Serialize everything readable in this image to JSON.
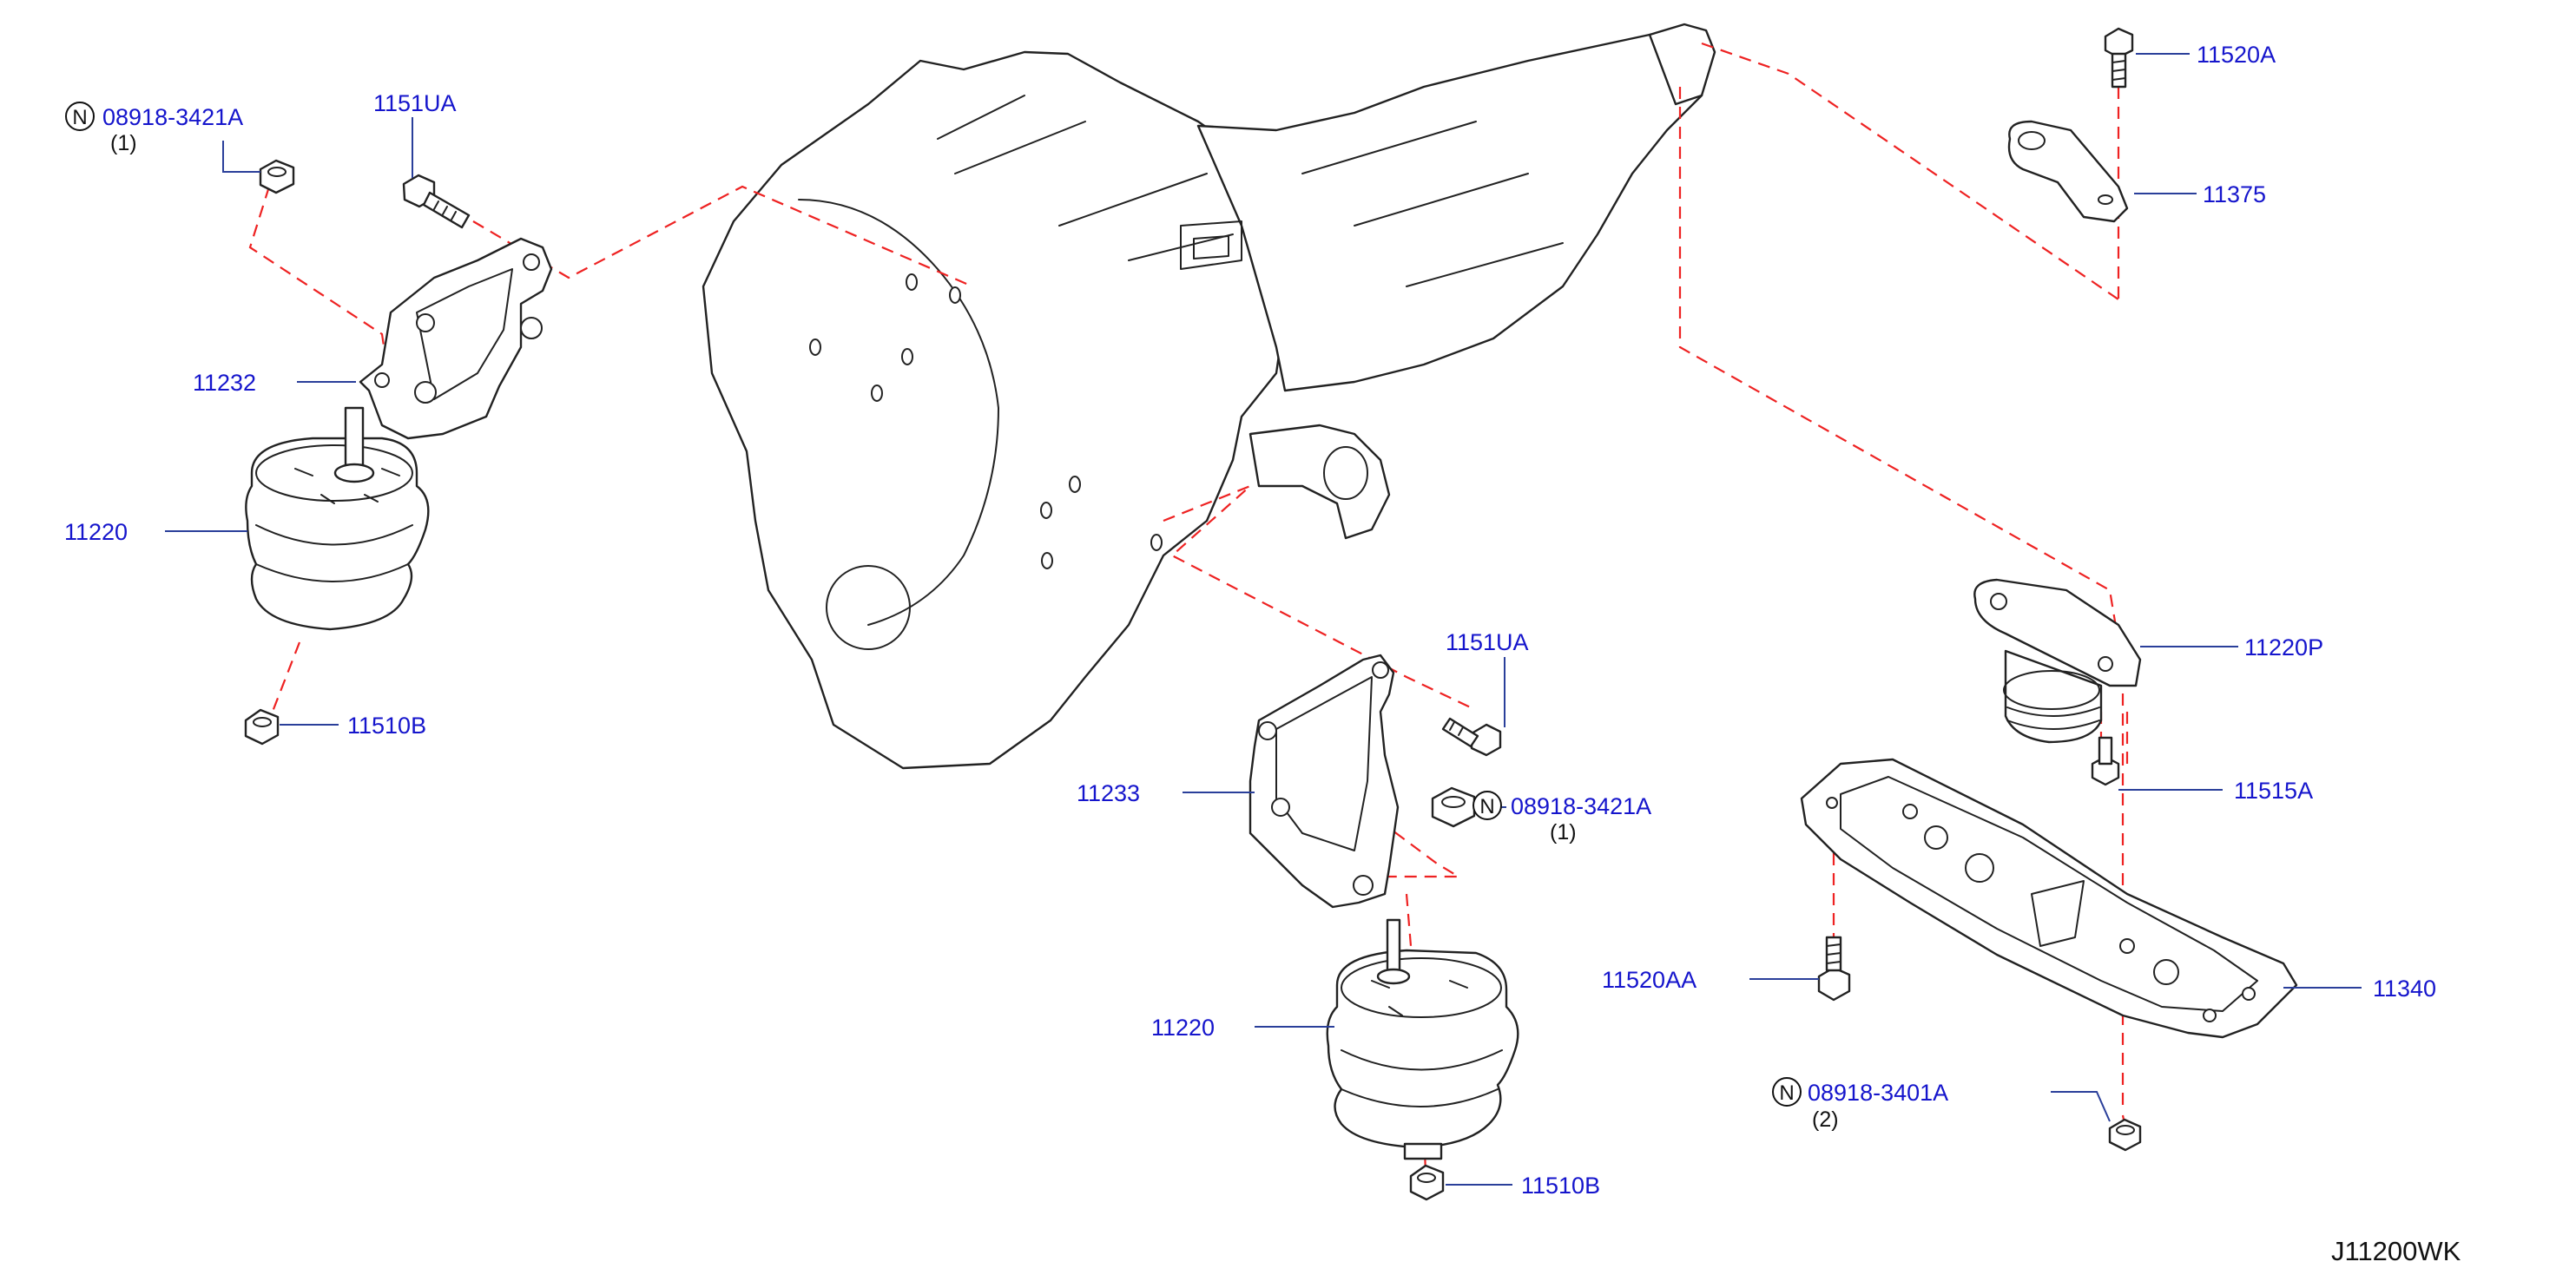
{
  "diagram_id": "J11200WK",
  "note_symbol": "N",
  "labels": {
    "nut_left": "08918-3421A",
    "nut_left_qty": "(1)",
    "bolt_left": "1151UA",
    "bracket_left": "11232",
    "insulator_left": "11220",
    "nut_small_left": "11510B",
    "bracket_mid": "11233",
    "bolt_mid": "1151UA",
    "nut_mid": "08918-3421A",
    "nut_mid_qty": "(1)",
    "insulator_mid": "11220",
    "nut_small_mid": "11510B",
    "bolt_top_right": "11520A",
    "stay_top_right": "11375",
    "insulator_rear": "11220P",
    "bolt_rear": "11515A",
    "bolt_member": "11520AA",
    "member": "11340",
    "nut_member": "08918-3401A",
    "nut_member_qty": "(2)"
  }
}
